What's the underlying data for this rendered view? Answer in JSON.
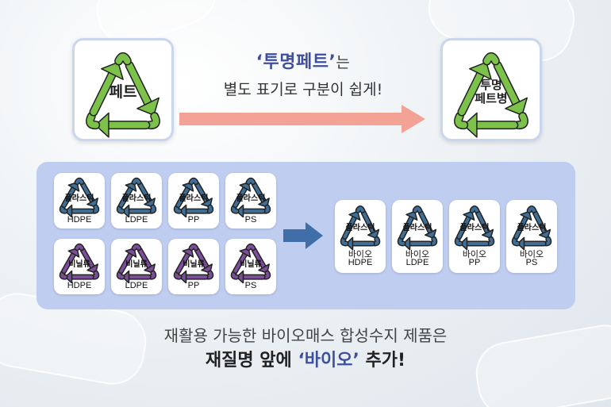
{
  "colors": {
    "green": "#7cc14a",
    "blue": "#3f6f96",
    "purple": "#7d4f9a",
    "accent": "#3d4fa0",
    "arrow_salmon": "#f3a396",
    "arrow_blue": "#3f6ea8",
    "panel": "#bfcdf0"
  },
  "top": {
    "left_symbol": {
      "icon": "recycle-triangle-icon",
      "label": "페트"
    },
    "right_symbol": {
      "icon": "recycle-triangle-icon",
      "line1": "투명",
      "line2": "페트병"
    },
    "headline": {
      "open_quote": "‘",
      "keyword": "투명페트",
      "close_quote": "’",
      "particle": "는",
      "line2": "별도 표기로 구분이 쉽게!"
    }
  },
  "panel": {
    "before": [
      {
        "label": "플라스틱",
        "code": "HDPE",
        "color": "blue"
      },
      {
        "label": "플라스틱",
        "code": "LDPE",
        "color": "blue"
      },
      {
        "label": "플라스틱",
        "code": "PP",
        "color": "blue"
      },
      {
        "label": "플라스틱",
        "code": "PS",
        "color": "blue"
      },
      {
        "label": "비닐류",
        "code": "HDPE",
        "color": "purple"
      },
      {
        "label": "비닐류",
        "code": "LDPE",
        "color": "purple"
      },
      {
        "label": "비닐류",
        "code": "PP",
        "color": "purple"
      },
      {
        "label": "비닐류",
        "code": "PS",
        "color": "purple"
      }
    ],
    "after": [
      {
        "label": "플라스틱",
        "prefix": "바이오",
        "code": "HDPE",
        "color": "blue"
      },
      {
        "label": "플라스틱",
        "prefix": "바이오",
        "code": "LDPE",
        "color": "blue"
      },
      {
        "label": "플라스틱",
        "prefix": "바이오",
        "code": "PP",
        "color": "blue"
      },
      {
        "label": "플라스틱",
        "prefix": "바이오",
        "code": "PS",
        "color": "blue"
      }
    ]
  },
  "caption": {
    "line1": "재활용 가능한 바이오매스 합성수지 제품은",
    "line2_prefix": "재질명 앞에 ",
    "line2_accent": "‘바이오’",
    "line2_suffix": " 추가!"
  }
}
